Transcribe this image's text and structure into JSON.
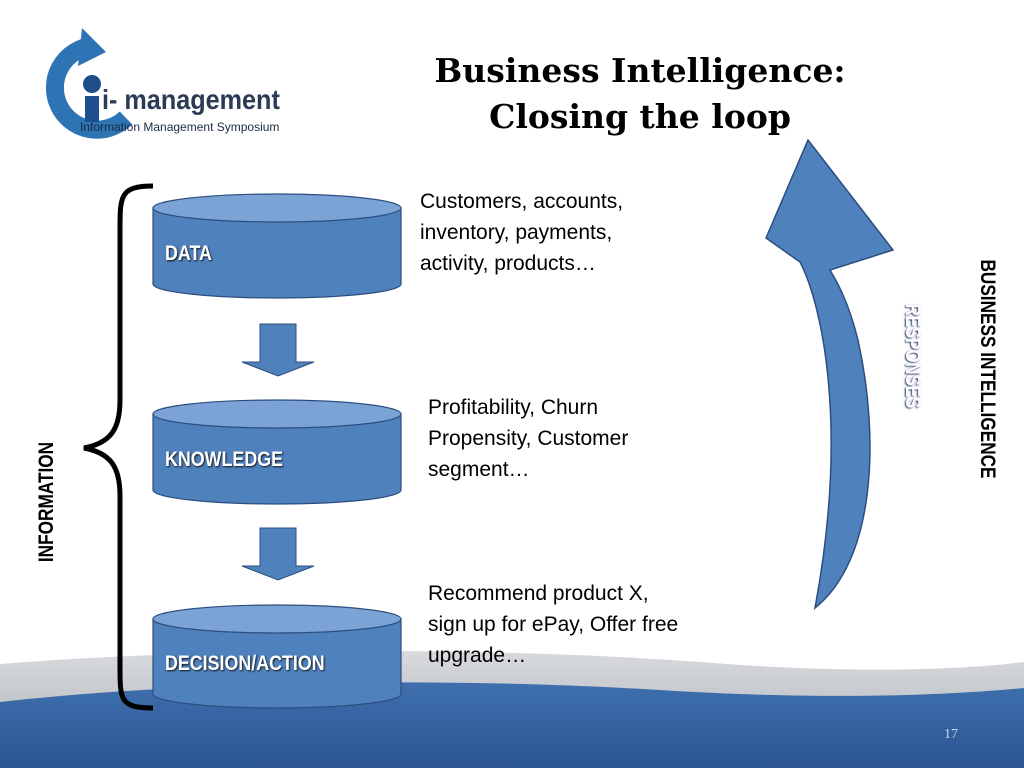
{
  "slide": {
    "title_line1": "Business Intelligence:",
    "title_line2": "Closing the loop",
    "page_number": "17"
  },
  "logo": {
    "text_main": "i- management",
    "text_sub": "Information Management Symposium",
    "icon": "circular-arrow-icon"
  },
  "stages": [
    {
      "label": "DATA",
      "description": [
        "Customers, accounts,",
        "inventory, payments,",
        "activity, products…"
      ]
    },
    {
      "label": "KNOWLEDGE",
      "description": [
        "Profitability, Churn",
        "Propensity, Customer",
        "segment…"
      ]
    },
    {
      "label": "DECISION/ACTION",
      "description": [
        "Recommend product X,",
        "sign up for ePay, Offer free",
        "upgrade…"
      ]
    }
  ],
  "side_labels": {
    "left_bracket": "INFORMATION",
    "loop_arrow": "RESPONSES",
    "right": "BUSINESS INTELLIGENCE"
  },
  "colors": {
    "cylinder_fill": "#4f81bd",
    "cylinder_top": "#7ba3d6",
    "arrow_fill": "#4f81bd",
    "footer_blue": "#2f5d99",
    "footer_grey": "#b9bcc2",
    "logo_blue": "#2e74b5"
  }
}
